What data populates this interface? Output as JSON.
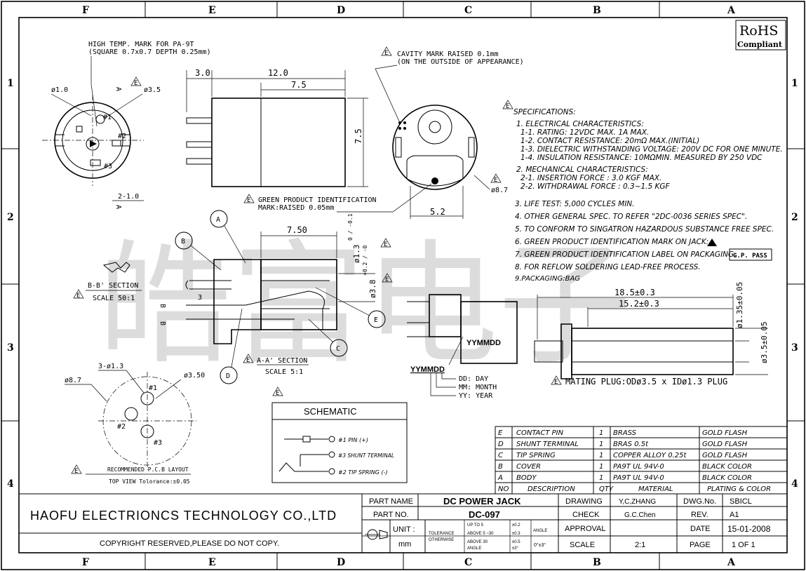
{
  "border": {
    "columns": [
      "F",
      "E",
      "D",
      "C",
      "B",
      "A"
    ],
    "rows": [
      "1",
      "2",
      "3",
      "4"
    ]
  },
  "watermark": "皓富电子",
  "rohs": {
    "line1": "RoHS",
    "line2": "Compliant"
  },
  "notes": {
    "high_temp_1": "HIGH TEMP. MARK FOR PA-9T",
    "high_temp_2": "(SQUARE 0.7x0.7 DEPTH 0.25mm)",
    "cavity_1": "CAVITY MARK RAISED 0.1mm",
    "cavity_2": "(ON THE OUTSIDE OF APPEARANCE)",
    "green_1": "GREEN PRODUCT IDENTIFICATION",
    "green_2": "MARK:RAISED 0.05mm",
    "rev_letter": "E"
  },
  "dims": {
    "d1": "ø1.0",
    "d35": "ø3.5",
    "l3": "3.0",
    "l12": "12.0",
    "l75": "7.5",
    "v75": "7.5",
    "l21": "2-1.0",
    "d87r": "ø8.7",
    "l52": "5.2",
    "l750": "7.50",
    "d13": "ø1.3",
    "d13tol": "0 / -0.1",
    "d38": "ø3.8",
    "d38tol": "+0.2 / -0",
    "l185": "18.5±0.3",
    "l152": "15.2±0.3",
    "d135": "ø1.35±0.05",
    "d35b": "ø3.5±0.05",
    "pcb_d87": "ø8.7",
    "pcb_313": "3-ø1.3",
    "pcb_350": "ø3.50"
  },
  "labels": {
    "pin1": "#1",
    "pin2": "#2",
    "pin3": "#3",
    "A": "A",
    "B": "B",
    "C": "C",
    "D": "D",
    "E": "E",
    "Aarrow": "A",
    "Barrow": "B",
    "three": "3"
  },
  "sections": {
    "bb_title": "B-B' SECTION",
    "bb_scale": "SCALE 50:1",
    "aa_title": "A-A' SECTION",
    "aa_scale": "SCALE 5:1",
    "pcb_title": "RECOMMENDED P.C.B LAYOUT",
    "pcb_sub": "TOP VIEW Tolorance:±0.05"
  },
  "date_code": {
    "code": "YYMMDD",
    "dd": "DD: DAY",
    "mm": "MM: MONTH",
    "yy": "YY: YEAR"
  },
  "mating_plug": "MATING PLUG:ODø3.5 x IDø1.3 PLUG",
  "specs": {
    "title": "SPECIFICATIONS:",
    "lines": [
      "1. ELECTRICAL CHARACTERISTICS:",
      "1-1. RATING: 12VDC MAX. 1A MAX.",
      "1-2. CONTACT RESISTANCE: 20mΩ MAX.(INITIAL)",
      "1-3. DIELECTRIC WITHSTANDING VOLTAGE: 200V DC FOR ONE MINUTE.",
      "1-4. INSULATION RESISTANCE: 10MΩMIN. MEASURED BY 250 VDC",
      "2. MECHANICAL CHARACTERISTICS:",
      "2-1. INSERTION FORCE : 3.0 KGF MAX.",
      "2-2. WITHDRAWAL FORCE : 0.3~1.5 KGF",
      "3. LIFE TEST: 5,000 CYCLES MIN.",
      "4. OTHER GENERAL SPEC. TO REFER \"2DC-0036 SERIES SPEC\".",
      "5. TO CONFORM TO SINGATRON HAZARDOUS SUBSTANCE FREE SPEC.",
      "6. GREEN PRODUCT IDENTIFICATION MARK ON JACK:",
      "7. GREEN PRODUCT IDENTIFICATION LABEL ON PACKAGING:",
      "8. FOR REFLOW SOLDERING LEAD-FREE PROCESS.",
      "9.PACKAGING:BAG"
    ],
    "gp_pass": "G.P. PASS"
  },
  "schematic": {
    "title": "SCHEMATIC",
    "pin1": "#1 PIN (+)",
    "pin3": "#3 SHUNT TERMINAL",
    "pin2": "#2 TIP SPRING (-)"
  },
  "bom": {
    "rows": [
      [
        "E",
        "CONTACT PIN",
        "1",
        "BRASS",
        "GOLD FLASH"
      ],
      [
        "D",
        "SHUNT TERMINAL",
        "1",
        "BRAS 0.5t",
        "GOLD FLASH"
      ],
      [
        "C",
        "TIP SPRING",
        "1",
        "COPPER ALLOY 0.25t",
        "GOLD FLASH"
      ],
      [
        "B",
        "COVER",
        "1",
        "PA9T UL 94V-0",
        "BLACK COLOR"
      ],
      [
        "A",
        "BODY",
        "1",
        "PA9T UL 94V-0",
        "BLACK COLOR"
      ]
    ],
    "header": [
      "NO",
      "DESCRIPTION",
      "QTY",
      "MATERIAL",
      "PLATING & COLOR"
    ]
  },
  "title_block": {
    "company": "HAOFU ELECTRIONCS TECHNOLOGY CO.,LTD",
    "copyright": "COPYRIGHT RESERVED,PLEASE DO NOT COPY.",
    "part_name_label": "PART NAME",
    "part_name": "DC POWER JACK",
    "part_no_label": "PART NO.",
    "part_no": "DC-097",
    "unit_label": "UNIT :",
    "unit": "mm",
    "tol1": "TOLERANCE",
    "tol2": "OTHERWISE",
    "tol_a1": "UP TO 5",
    "tol_a2": "ABOVE 5 ~30",
    "tol_a3": "ABOVE 30",
    "tol_a4": "ANGLE",
    "tol_v1": "±0.2",
    "tol_v2": "±0.3",
    "tol_v3": "±0.5",
    "tol_v4": "±3°",
    "angle_label": "ANGLE",
    "angle_val": "0°±3°",
    "drawing_label": "DRAWING",
    "drawing": "Y,C,ZHANG",
    "check_label": "CHECK",
    "check": "G.C.Chen",
    "approval_label": "APPROVAL",
    "scale_label": "SCALE",
    "scale": "2:1",
    "dwg_label": "DWG.No.",
    "dwg": "SBICL",
    "rev_label": "REV.",
    "rev": "A1",
    "date_label": "DATE",
    "date": "15-01-2008",
    "page_label": "PAGE",
    "page": "1 OF 1"
  }
}
